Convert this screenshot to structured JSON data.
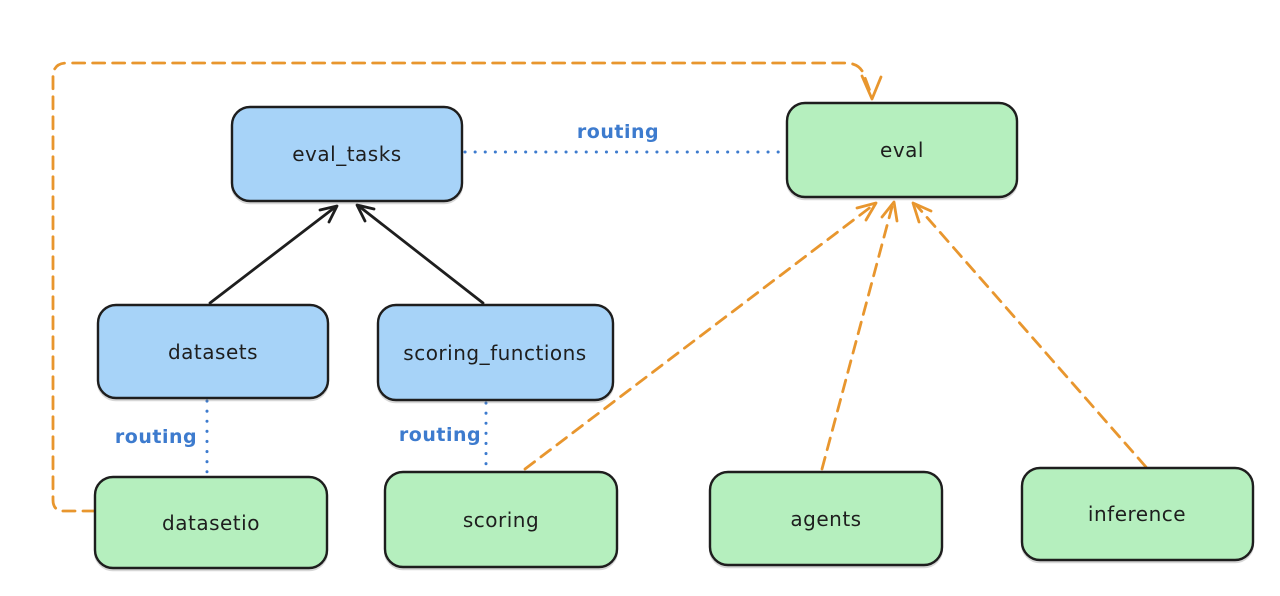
{
  "diagram": {
    "background_color": "#ffffff",
    "colors": {
      "node_stroke": "#1e1e1e",
      "black_arrow": "#1e1e1e",
      "routing_blue": "#3d7bce",
      "provider_orange": "#e8962e",
      "api_fill_blue": "#a7d3f8",
      "provider_fill_green": "#b5efbe"
    },
    "nodes": [
      {
        "id": "eval_tasks",
        "label": "eval_tasks",
        "fill": "#a7d3f8"
      },
      {
        "id": "eval",
        "label": "eval",
        "fill": "#b5efbe"
      },
      {
        "id": "datasets",
        "label": "datasets",
        "fill": "#a7d3f8"
      },
      {
        "id": "scoring_functions",
        "label": "scoring_functions",
        "fill": "#a7d3f8"
      },
      {
        "id": "datasetio",
        "label": "datasetio",
        "fill": "#b5efbe"
      },
      {
        "id": "scoring",
        "label": "scoring",
        "fill": "#b5efbe"
      },
      {
        "id": "agents",
        "label": "agents",
        "fill": "#b5efbe"
      },
      {
        "id": "inference",
        "label": "inference",
        "fill": "#b5efbe"
      }
    ],
    "edge_labels": [
      {
        "id": "routing-eval_tasks-eval",
        "text": "routing"
      },
      {
        "id": "routing-datasets-datasetio",
        "text": "routing"
      },
      {
        "id": "routing-scoring_functions-scoring",
        "text": "routing"
      }
    ]
  }
}
